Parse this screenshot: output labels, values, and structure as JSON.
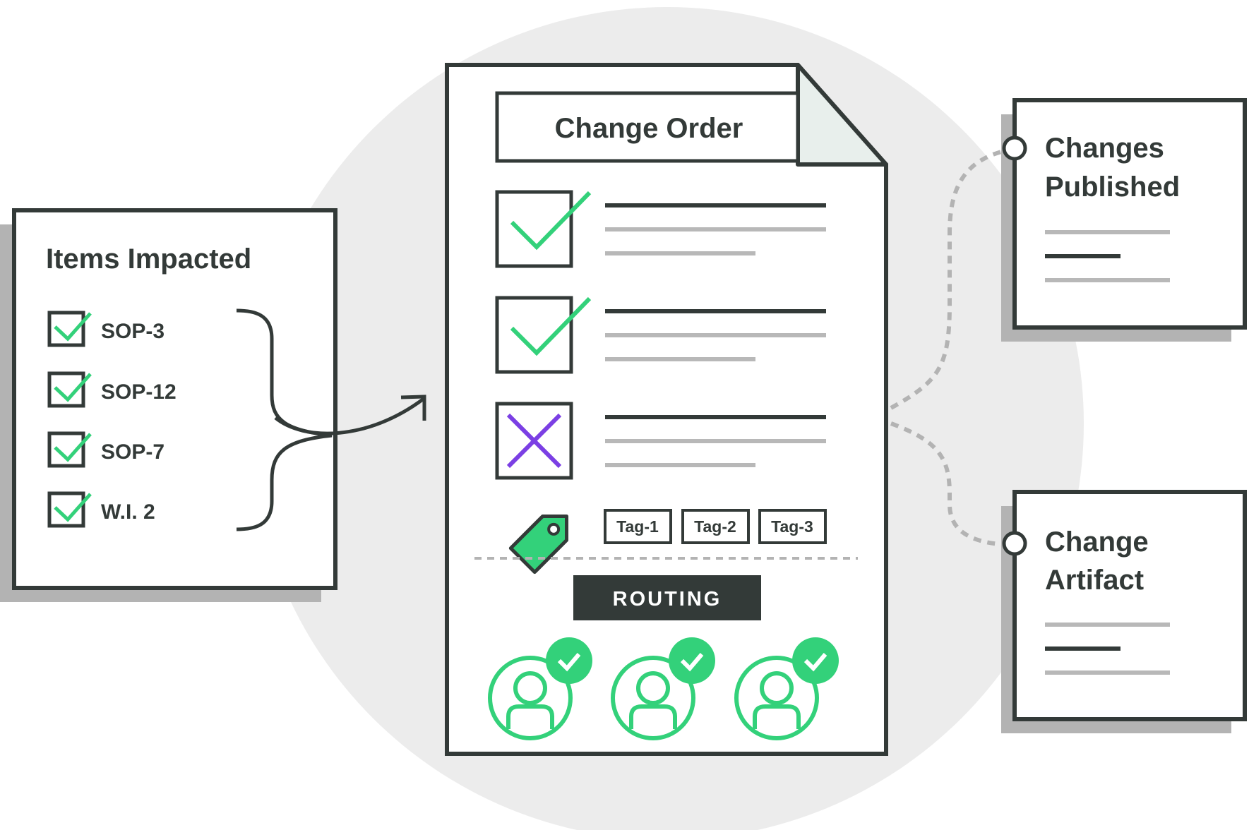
{
  "items_impacted": {
    "title": "Items Impacted",
    "items": [
      {
        "label": "SOP-3",
        "checked": true
      },
      {
        "label": "SOP-12",
        "checked": true
      },
      {
        "label": "SOP-7",
        "checked": true
      },
      {
        "label": "W.I. 2",
        "checked": true
      }
    ]
  },
  "change_order": {
    "title": "Change Order",
    "checklist": [
      {
        "status": "approved",
        "icon": "check-icon"
      },
      {
        "status": "approved",
        "icon": "check-icon"
      },
      {
        "status": "rejected",
        "icon": "x-icon"
      }
    ],
    "tags": [
      "Tag-1",
      "Tag-2",
      "Tag-3"
    ],
    "routing_label": "ROUTING",
    "approvers": [
      {
        "approved": true
      },
      {
        "approved": true
      },
      {
        "approved": true
      }
    ]
  },
  "outputs": {
    "published": {
      "line1": "Changes",
      "line2": "Published"
    },
    "artifact": {
      "line1": "Change",
      "line2": "Artifact"
    }
  },
  "colors": {
    "ink": "#333a38",
    "green": "#33d17a",
    "purple": "#7b3fe4",
    "circle_bg": "#ececec",
    "shadow": "#b3b3b3",
    "gray_line": "#b8b8b8",
    "dashed": "#b3b3b3"
  }
}
